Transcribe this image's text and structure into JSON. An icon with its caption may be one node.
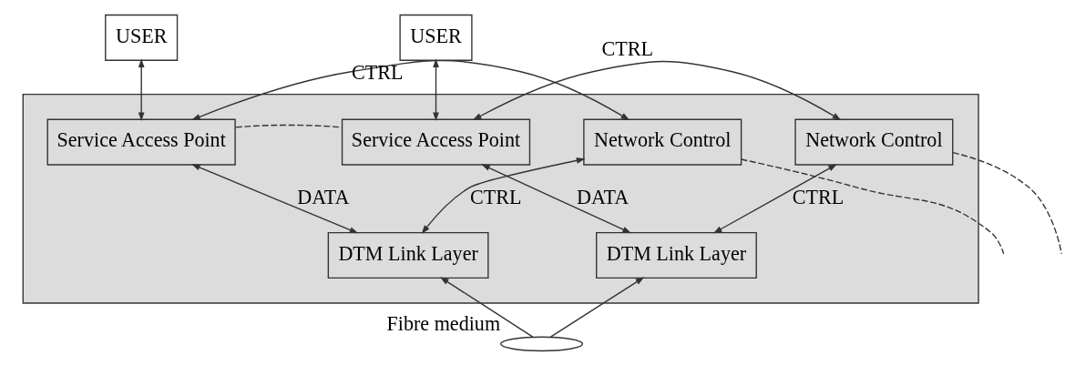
{
  "diagram": {
    "nodes": [
      {
        "text": [],
        "shape": "box"
      },
      {
        "text": [
          "USER"
        ]
      },
      {
        "text": [
          "USER"
        ]
      },
      {
        "text": [
          "Network Control"
        ],
        "in": 0
      },
      {
        "text": [
          "Service Access Point"
        ],
        "in": 0
      },
      {
        "text": [
          "Service Access Point"
        ],
        "in": 0
      },
      {
        "text": [
          "Network Control"
        ],
        "in": 0
      },
      {
        "text": [
          "DTM Link Layer"
        ],
        "in": 0
      },
      {
        "text": [
          "DTM Link Layer"
        ],
        "in": 0
      },
      {
        "text": [],
        "shape": "ellipse",
        "beside": [
          "Fibre medium"
        ]
      }
    ],
    "edges": [
      {
        "from": 1,
        "to": 4,
        "arrow": "both"
      },
      {
        "from": 2,
        "to": 5,
        "arrow": "both"
      },
      {
        "from": 3,
        "to": 4,
        "arrow": "both",
        "label": "CTRL"
      },
      {
        "from": 5,
        "to": 6,
        "arrow": "both",
        "label": "CTRL"
      },
      {
        "from": 3,
        "to": 7,
        "arrow": "both",
        "label": "CTRL"
      },
      {
        "from": 4,
        "to": 7,
        "arrow": "both",
        "label": "DATA"
      },
      {
        "from": 5,
        "to": 8,
        "arrow": "both",
        "label": "DATA"
      },
      {
        "from": 6,
        "to": 8,
        "arrow": "both",
        "label": "CTRL"
      },
      {
        "from": 9,
        "to": 7,
        "arrow": "to"
      },
      {
        "from": 9,
        "to": 8,
        "arrow": "to"
      },
      {
        "from": 4,
        "to": 5,
        "arrow": "none",
        "style": "dashed"
      },
      {
        "from": 3,
        "to": null,
        "arrow": "none",
        "style": "dashed"
      },
      {
        "from": 6,
        "to": null,
        "arrow": "none",
        "style": "dashed"
      }
    ]
  }
}
